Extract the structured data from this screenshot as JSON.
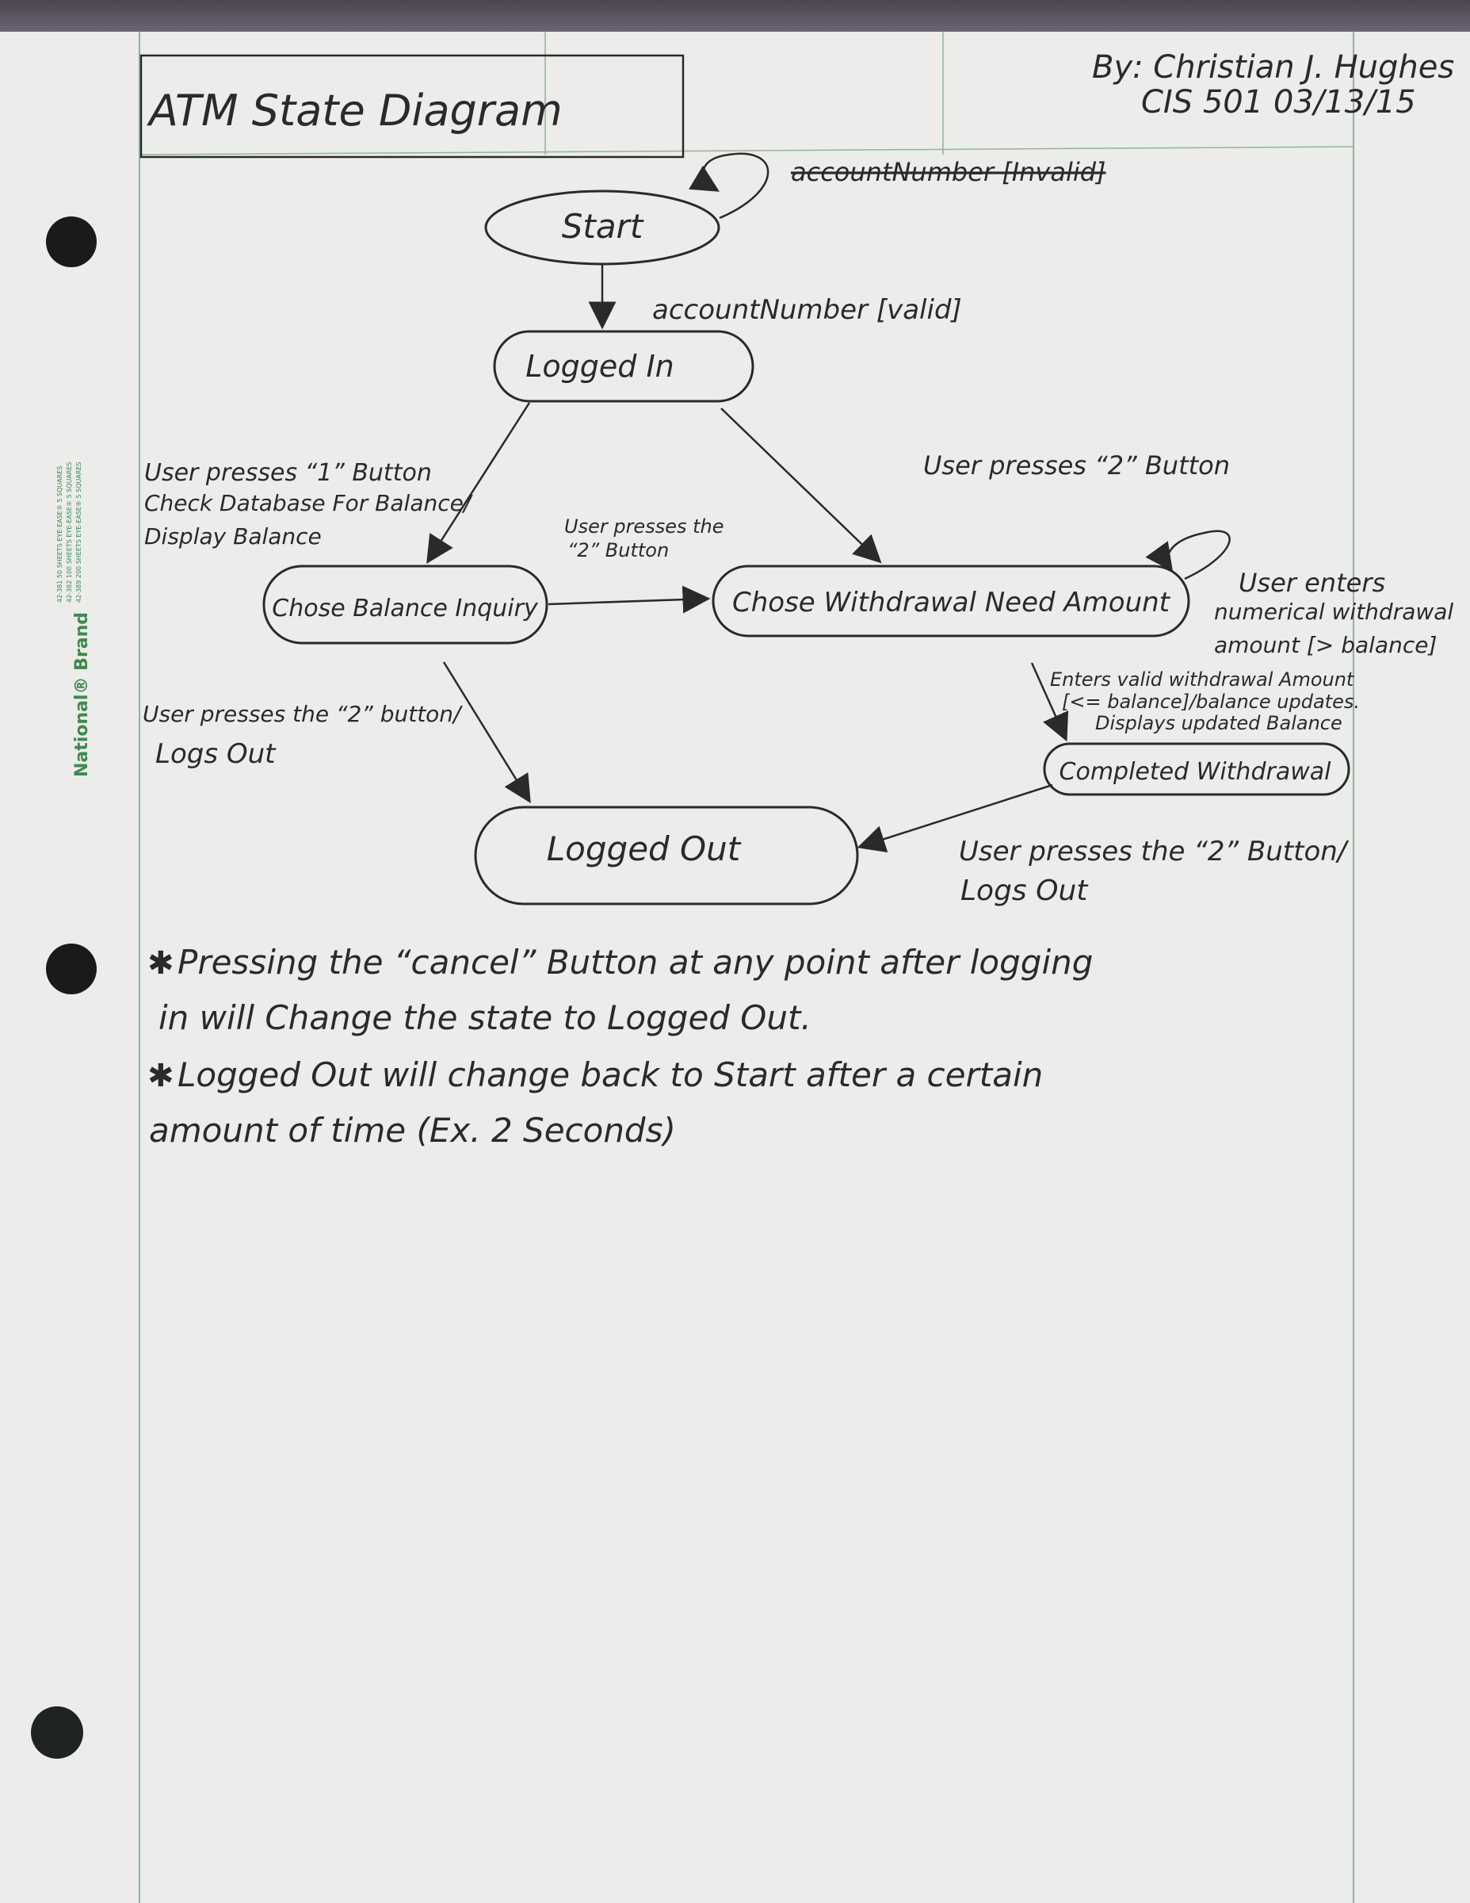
{
  "title": "ATM State Diagram",
  "author": "By: Christian J. Hughes",
  "course_date": "CIS 501 03/13/15",
  "margin_brand": {
    "brand": "National® Brand",
    "line1": "42-381  50 SHEETS EYE-EASE® 5 SQUARES",
    "line2": "42-382  100 SHEETS EYE-EASE® 5 SQUARES",
    "line3": "42-389  200 SHEETS EYE-EASE® 5 SQUARES"
  },
  "states": {
    "start": "Start",
    "logged_in": "Logged In",
    "balance": "Chose Balance Inquiry",
    "withdraw": "Chose Withdrawal Need Amount",
    "completed": "Completed Withdrawal",
    "logged_out": "Logged Out"
  },
  "transitions": {
    "invalid": "accountNumber [Invalid]",
    "valid": "accountNumber [valid]",
    "press1_a": "User presses “1” Button",
    "press1_b": "Check Database For Balance/",
    "press1_c": "Display Balance",
    "press2_right": "User presses “2” Button",
    "mid_a": "User presses the",
    "mid_b": "“2” Button",
    "self_a": "User enters",
    "self_b": "numerical withdrawal",
    "self_c": "amount [> balance]",
    "valid_wd_a": "Enters valid withdrawal Amount",
    "valid_wd_b": "[<= balance]/balance updates.",
    "valid_wd_c": "Displays updated Balance",
    "bal_out_a": "User presses the “2” button/",
    "bal_out_b": "Logs Out",
    "comp_out_a": "User presses the “2” Button/",
    "comp_out_b": "Logs Out"
  },
  "notes": {
    "n1_a": "Pressing the “cancel” Button at any point after logging",
    "n1_b": "in will Change the state to Logged Out.",
    "n2_a": "Logged Out will change back to Start after a certain",
    "n2_b": "amount of time (Ex. 2 Seconds)"
  },
  "colors": {
    "ink": "#2a2a2a",
    "margin_line": "#8fb59a",
    "brand_green": "#3d8a4e",
    "paper": "#ececea",
    "hole": "#1a1a1a"
  }
}
